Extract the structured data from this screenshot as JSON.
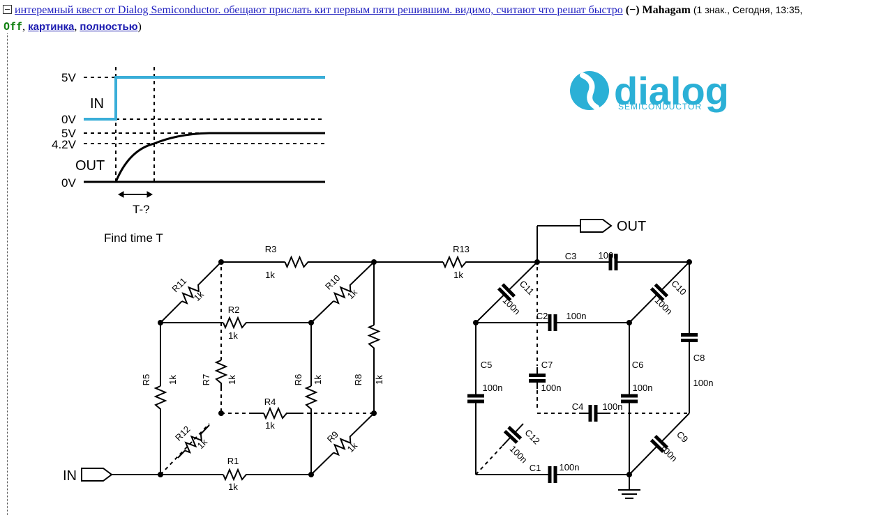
{
  "post": {
    "title": "интеремный квест от Dialog Semiconductor. обещают прислать кит первым пяти решившим. видимо, считают что решат быстро",
    "minus_label": "(−)",
    "author": "Mahagam",
    "meta": "(1 знак., Сегодня, 13:35,",
    "off_label": "Off",
    "comma1": ",",
    "picture_link": "картинка",
    "comma2": ",",
    "full_link": "полностью",
    "close_paren": ")"
  },
  "figure": {
    "logo": {
      "brand": "dialog",
      "tagline": "SEMICONDUCTOR"
    },
    "timing": {
      "label_5v_in": "5V",
      "label_in": "IN",
      "label_0v_in": "0V",
      "label_5v_out": "5V",
      "label_42v": "4.2V",
      "label_out": "OUT",
      "label_0v_out": "0V",
      "label_t": "T-?",
      "caption": "Find time T"
    },
    "schematic": {
      "in_label": "IN",
      "out_label": "OUT",
      "resistors": [
        {
          "name": "R1",
          "value": "1k"
        },
        {
          "name": "R2",
          "value": "1k"
        },
        {
          "name": "R3",
          "value": "1k"
        },
        {
          "name": "R4",
          "value": "1k"
        },
        {
          "name": "R5",
          "value": "1k"
        },
        {
          "name": "R6",
          "value": "1k"
        },
        {
          "name": "R7",
          "value": "1k"
        },
        {
          "name": "R8",
          "value": "1k"
        },
        {
          "name": "R9",
          "value": "1k"
        },
        {
          "name": "R10",
          "value": "1k"
        },
        {
          "name": "R11",
          "value": "1k"
        },
        {
          "name": "R12",
          "value": "1k"
        },
        {
          "name": "R13",
          "value": "1k"
        }
      ],
      "capacitors": [
        {
          "name": "C1",
          "value": "100n"
        },
        {
          "name": "C2",
          "value": "100n"
        },
        {
          "name": "C3",
          "value": "100n"
        },
        {
          "name": "C4",
          "value": "100n"
        },
        {
          "name": "C5",
          "value": "100n"
        },
        {
          "name": "C6",
          "value": "100n"
        },
        {
          "name": "C7",
          "value": "100n"
        },
        {
          "name": "C8",
          "value": "100n"
        },
        {
          "name": "C9",
          "value": "100n"
        },
        {
          "name": "C10",
          "value": "100n"
        },
        {
          "name": "C11",
          "value": "100n"
        },
        {
          "name": "C12",
          "value": "100n"
        }
      ]
    }
  },
  "colors": {
    "link": "#2020c0",
    "off": "#108010",
    "signal_in": "#3aaed8",
    "logo": "#2bb0d6"
  }
}
